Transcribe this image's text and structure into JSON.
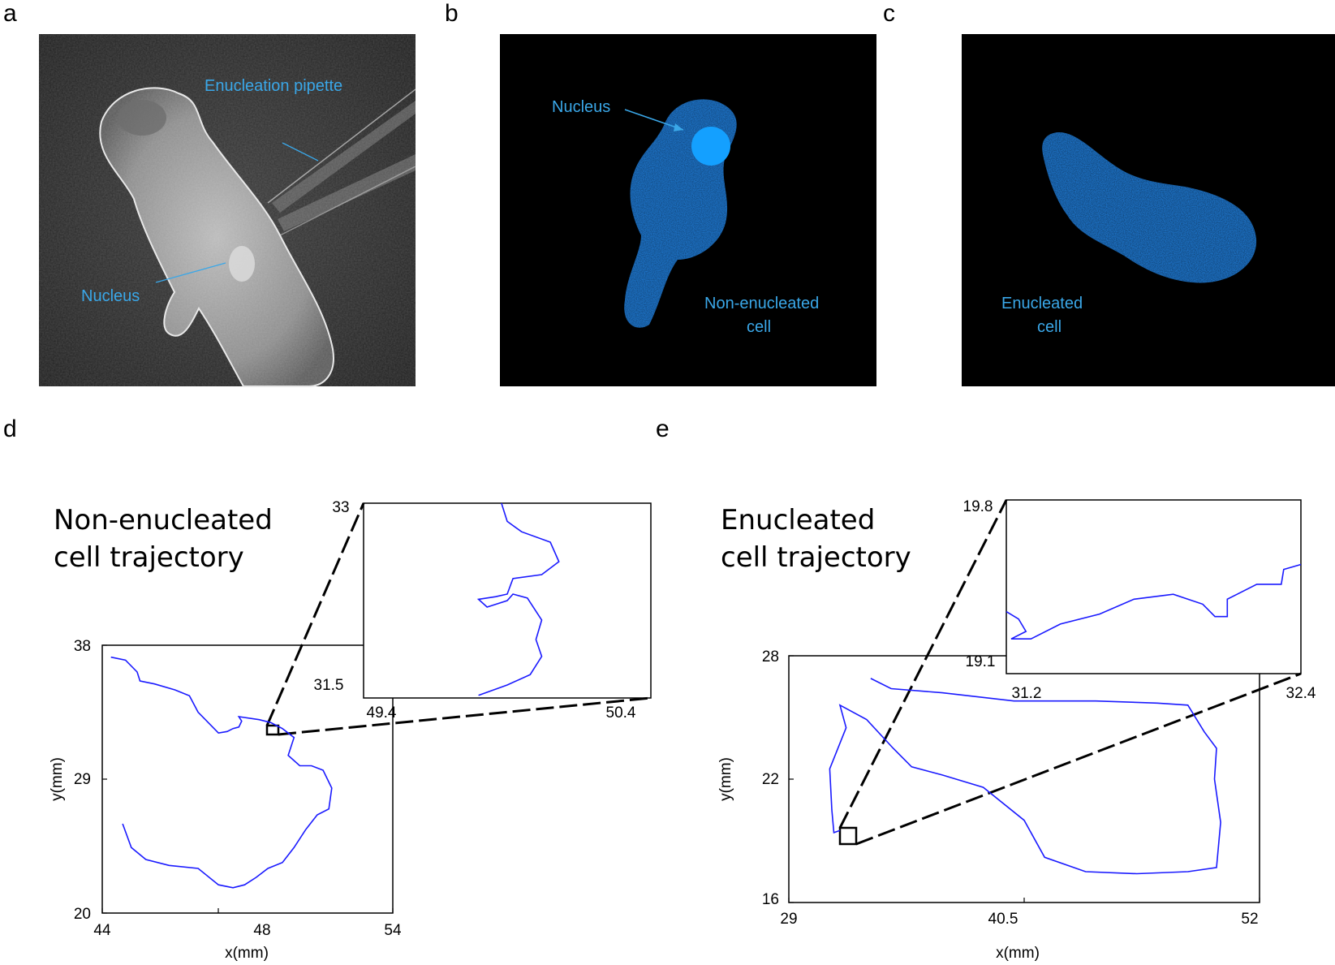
{
  "panels": {
    "a": {
      "letter": "a",
      "pipette_label": "Enucleation pipette",
      "nucleus_label": "Nucleus"
    },
    "b": {
      "letter": "b",
      "nucleus_label": "Nucleus",
      "cell_label_line1": "Non-enucleated",
      "cell_label_line2": "cell"
    },
    "c": {
      "letter": "c",
      "cell_label_line1": "Enucleated",
      "cell_label_line2": "cell"
    },
    "d": {
      "letter": "d",
      "title_line1": "Non-enucleated",
      "title_line2": "cell trajectory"
    },
    "e": {
      "letter": "e",
      "title_line1": "Enucleated",
      "title_line2": "cell trajectory"
    }
  },
  "colors": {
    "trajectory": "#1a1aff",
    "annotation": "#3aa7e8",
    "fluorescence": "#1f8fe0"
  },
  "chart_data": [
    {
      "type": "line",
      "panel": "d-main",
      "xlabel": "x(mm)",
      "ylabel": "y(mm)",
      "xlim": [
        44,
        54
      ],
      "ylim": [
        20,
        38
      ],
      "xticks": [
        "44",
        "48",
        "54"
      ],
      "yticks": [
        "20",
        "29",
        "38"
      ],
      "series": [
        {
          "x": [
            44.3,
            44.8,
            45.2,
            45.3,
            45.8,
            46.5,
            47.0,
            47.3,
            48.0,
            48.3,
            48.5,
            48.7,
            48.8,
            48.7,
            49.4,
            49.8,
            50.2,
            50.6,
            50.4,
            50.8,
            51.2,
            51.6,
            51.9,
            51.8,
            51.4,
            51.0,
            50.6,
            50.2,
            49.7,
            49.3,
            48.9,
            48.5,
            48.0,
            47.3,
            46.3,
            45.5,
            45.0,
            44.7
          ],
          "y": [
            37.2,
            37.0,
            36.2,
            35.6,
            35.4,
            35.0,
            34.6,
            33.5,
            32.1,
            32.2,
            32.4,
            32.5,
            32.9,
            33.2,
            33.0,
            32.8,
            32.4,
            31.8,
            30.6,
            29.9,
            29.9,
            29.6,
            28.4,
            27.0,
            26.6,
            25.6,
            24.4,
            23.4,
            23.0,
            22.4,
            21.9,
            21.7,
            21.9,
            23.0,
            23.2,
            23.6,
            24.4,
            26.0
          ]
        }
      ]
    },
    {
      "type": "line",
      "panel": "d-inset",
      "xlim": [
        49.4,
        50.4
      ],
      "ylim": [
        31.5,
        33
      ],
      "xticks": [
        "49.4",
        "50.4"
      ],
      "yticks": [
        "31.5",
        "33"
      ],
      "series": [
        {
          "x": [
            49.88,
            49.9,
            49.95,
            50.05,
            50.08,
            50.02,
            49.92,
            49.9,
            49.86,
            49.8,
            49.83,
            49.9,
            49.92,
            49.97,
            50.02,
            50.0,
            50.02,
            49.98,
            49.9,
            49.8
          ],
          "y": [
            33.0,
            32.86,
            32.78,
            32.7,
            32.55,
            32.45,
            32.42,
            32.3,
            32.28,
            32.26,
            32.2,
            32.25,
            32.3,
            32.27,
            32.1,
            31.95,
            31.82,
            31.68,
            31.6,
            31.52
          ]
        }
      ]
    },
    {
      "type": "line",
      "panel": "e-main",
      "xlabel": "x(mm)",
      "ylabel": "y(mm)",
      "xlim": [
        29,
        52
      ],
      "ylim": [
        16,
        28
      ],
      "xticks": [
        "29",
        "40.5",
        "52"
      ],
      "yticks": [
        "16",
        "22",
        "28"
      ],
      "series": [
        {
          "x": [
            33.0,
            34.0,
            36.5,
            40.0,
            44.0,
            47.0,
            48.5,
            49.3,
            49.9,
            49.8,
            50.1,
            49.9,
            48.5,
            46.0,
            43.5,
            41.5,
            40.5,
            38.5,
            36.5,
            35.0,
            34.1,
            32.8,
            31.5,
            31.8,
            31.0,
            31.1,
            31.2,
            31.5
          ],
          "y": [
            26.9,
            26.4,
            26.2,
            25.8,
            25.8,
            25.7,
            25.6,
            24.3,
            23.5,
            22.0,
            19.9,
            17.7,
            17.5,
            17.4,
            17.5,
            18.2,
            20.0,
            21.6,
            22.2,
            22.6,
            23.5,
            24.9,
            25.6,
            24.5,
            22.5,
            20.5,
            19.4,
            19.5
          ]
        }
      ]
    },
    {
      "type": "line",
      "panel": "e-inset",
      "xlim": [
        31.2,
        32.4
      ],
      "ylim": [
        19.1,
        19.8
      ],
      "xticks": [
        "31.2",
        "32.4"
      ],
      "yticks": [
        "19.1",
        "19.8"
      ],
      "series": [
        {
          "x": [
            31.2,
            31.25,
            31.28,
            31.22,
            31.3,
            31.42,
            31.58,
            31.72,
            31.88,
            32.0,
            32.05,
            32.1,
            32.1,
            32.22,
            32.32,
            32.33,
            32.4
          ],
          "y": [
            19.35,
            19.32,
            19.27,
            19.24,
            19.24,
            19.3,
            19.34,
            19.4,
            19.42,
            19.38,
            19.33,
            19.33,
            19.4,
            19.46,
            19.46,
            19.52,
            19.54
          ]
        }
      ]
    }
  ]
}
